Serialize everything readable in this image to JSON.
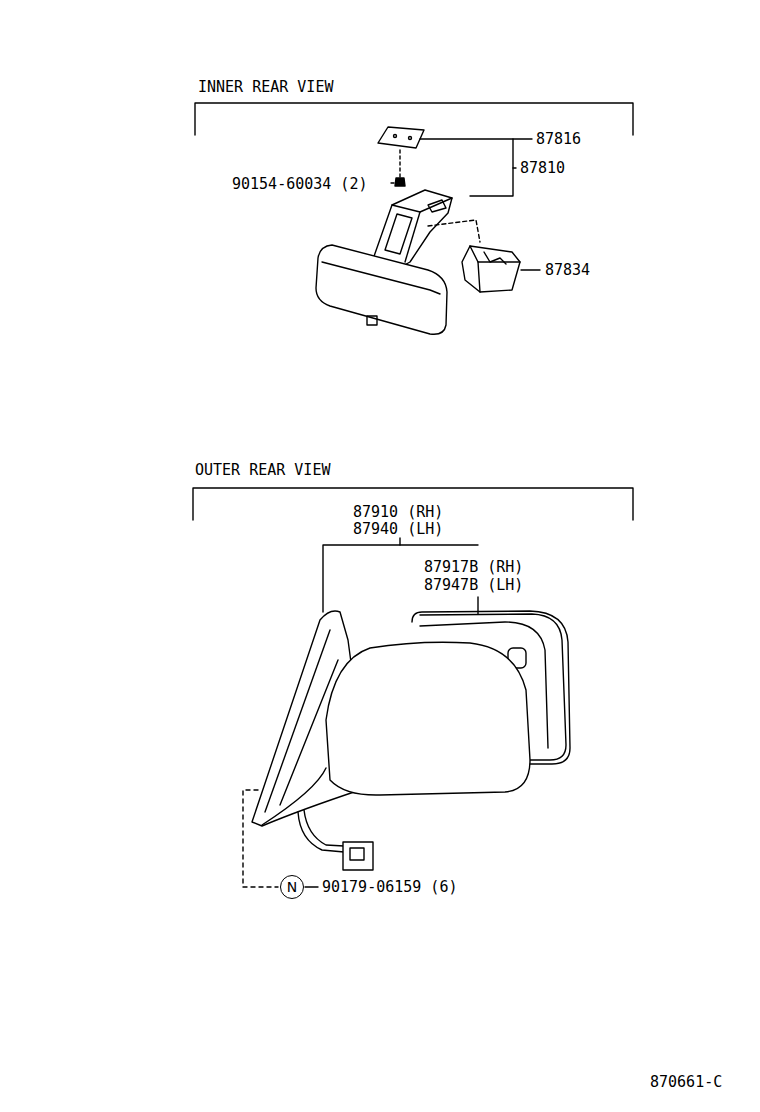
{
  "diagram": {
    "nodes": [
      {
        "text": [
          "N"
        ]
      }
    ],
    "labels": [
      "INNER REAR VIEW",
      "87816",
      "87810",
      "90154-60034 (2)",
      "87834",
      "OUTER REAR VIEW",
      "87910 (RH)",
      "87940 (LH)",
      "87917B (RH)",
      "87947B (LH)",
      "90179-06159 (6)",
      "870661-C"
    ]
  }
}
